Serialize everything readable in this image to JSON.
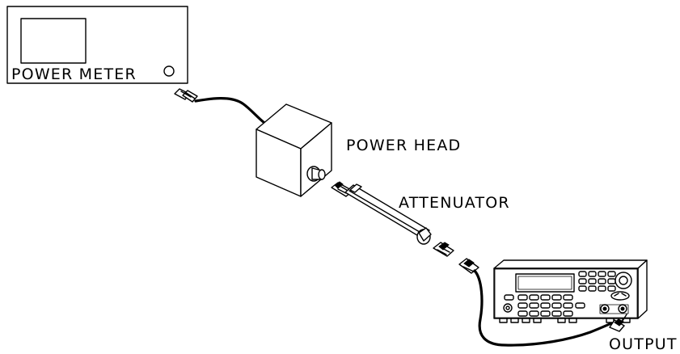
{
  "labels": {
    "power_meter": "POWER METER",
    "power_head": "POWER HEAD",
    "attenuator": "ATTENUATOR",
    "output": "OUTPUT"
  }
}
